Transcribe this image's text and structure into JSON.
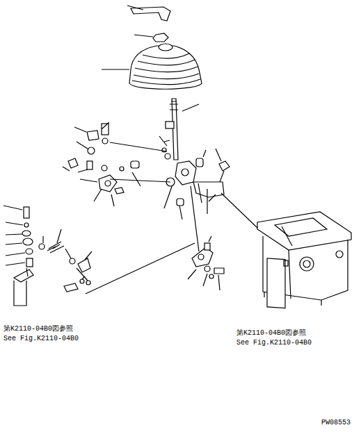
{
  "diagram": {
    "labels": [
      "第K2110-04B0図参照",
      "See Fig.K2110-04B0",
      "第K2110-04B0図参照",
      "See Fig.K2110-04B0",
      "PW08553"
    ]
  }
}
